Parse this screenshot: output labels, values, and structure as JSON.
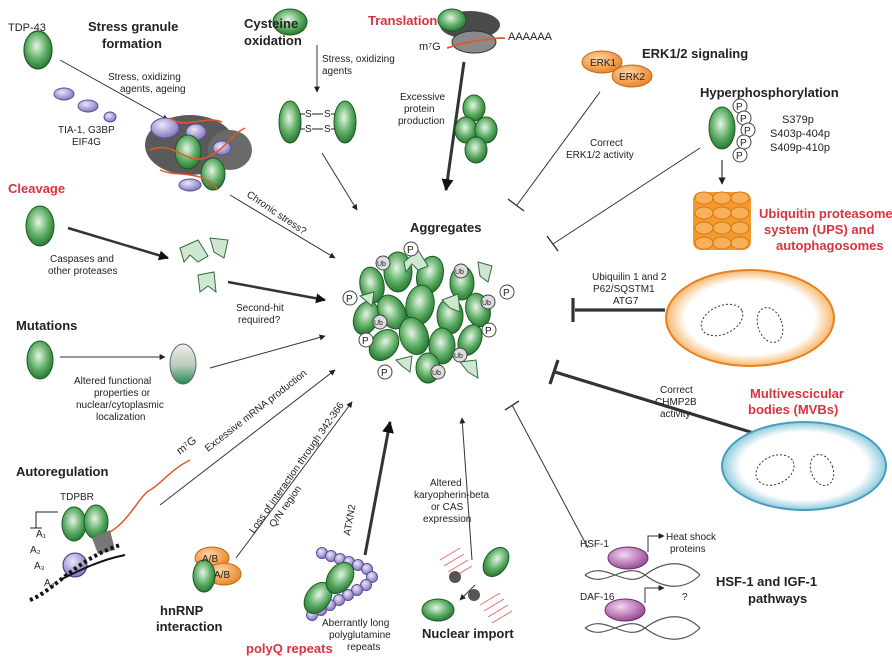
{
  "colors": {
    "protein_green": "#2f8a3a",
    "protein_light": "#cfead1",
    "highlight_red": "#d9333f",
    "erk_orange": "#f0913a",
    "ups_orange": "#f39a2d",
    "mvb_blue": "#5fb3cf",
    "granule_grey": "#6a6a6a",
    "tia_purple": "#8a7fc4",
    "hsf_purple": "#9a4a9a",
    "rna_orange": "#e0582a"
  },
  "labels": {
    "tdp43": "TDP-43",
    "stress_granule": [
      "Stress granule",
      "formation"
    ],
    "stress_granule_cause": [
      "Stress, oxidizing",
      "agents, ageing"
    ],
    "tia": [
      "TIA-1, G3BP",
      "EIF4G"
    ],
    "cysteine": [
      "Cysteine",
      "oxidation"
    ],
    "cysteine_cause": [
      "Stress, oxidizing",
      "agents"
    ],
    "translation": "Translation",
    "m7g": "m⁷G",
    "polya": "AAAAAA",
    "excess_protein": [
      "Excessive",
      "protein",
      "production"
    ],
    "erk_signaling": "ERK1/2 signaling",
    "erk1": "ERK1",
    "erk2": "ERK2",
    "correct_erk": [
      "Correct",
      "ERK1/2 activity"
    ],
    "hyperphos": "Hyperphosphorylation",
    "phospho_sites": [
      "S379p",
      "S403p-404p",
      "S409p-410p"
    ],
    "p": "P",
    "ub": "Ub",
    "cleavage": "Cleavage",
    "caspases": [
      "Caspases and",
      "other proteases"
    ],
    "chronic_stress": "Chronic stress?",
    "second_hit": [
      "Second-hit",
      "required?"
    ],
    "aggregates": "Aggregates",
    "ups": [
      "Ubiquitin proteasome",
      "system (UPS) and",
      "autophagosomes"
    ],
    "ubiquilin": [
      "Ubiquilin 1 and 2",
      "P62/SQSTM1",
      "ATG7"
    ],
    "mutations": "Mutations",
    "altered_functional": [
      "Altered functional",
      "properties or",
      "nuclear/cytoplasmic",
      "localization"
    ],
    "excess_mrna": "Excessive mRNA production",
    "m7g_rot": "m⁷G",
    "loss_interaction": [
      "Loss of interaction through 342-366",
      "Q/N region"
    ],
    "mvb": [
      "Multivescicular",
      "bodies (MVBs)"
    ],
    "correct_chmp": [
      "Correct",
      "CHMP2B",
      "activity"
    ],
    "autoregulation": "Autoregulation",
    "tdpbr": "TDPBR",
    "a1": "A₁",
    "a2": "A₂",
    "a3": "A₃",
    "a4": "A₄",
    "atxn2": "ATXN2",
    "karyopherin": [
      "Altered",
      "karyopherin-beta",
      "or CAS",
      "expression"
    ],
    "hsf1": "HSF-1",
    "daf16": "DAF-16",
    "heat_shock": [
      "Heat shock",
      "proteins"
    ],
    "question": "?",
    "hsf_igf": [
      "HSF-1 and IGF-1",
      "pathways"
    ],
    "ab": "A/B",
    "hnrnp": [
      "hnRNP",
      "interaction"
    ],
    "polyq": "polyQ repeats",
    "polyglut": [
      "Aberrantly long",
      "polyglutamine",
      "repeats"
    ],
    "nuclear_import": "Nuclear import",
    "s": "S"
  }
}
